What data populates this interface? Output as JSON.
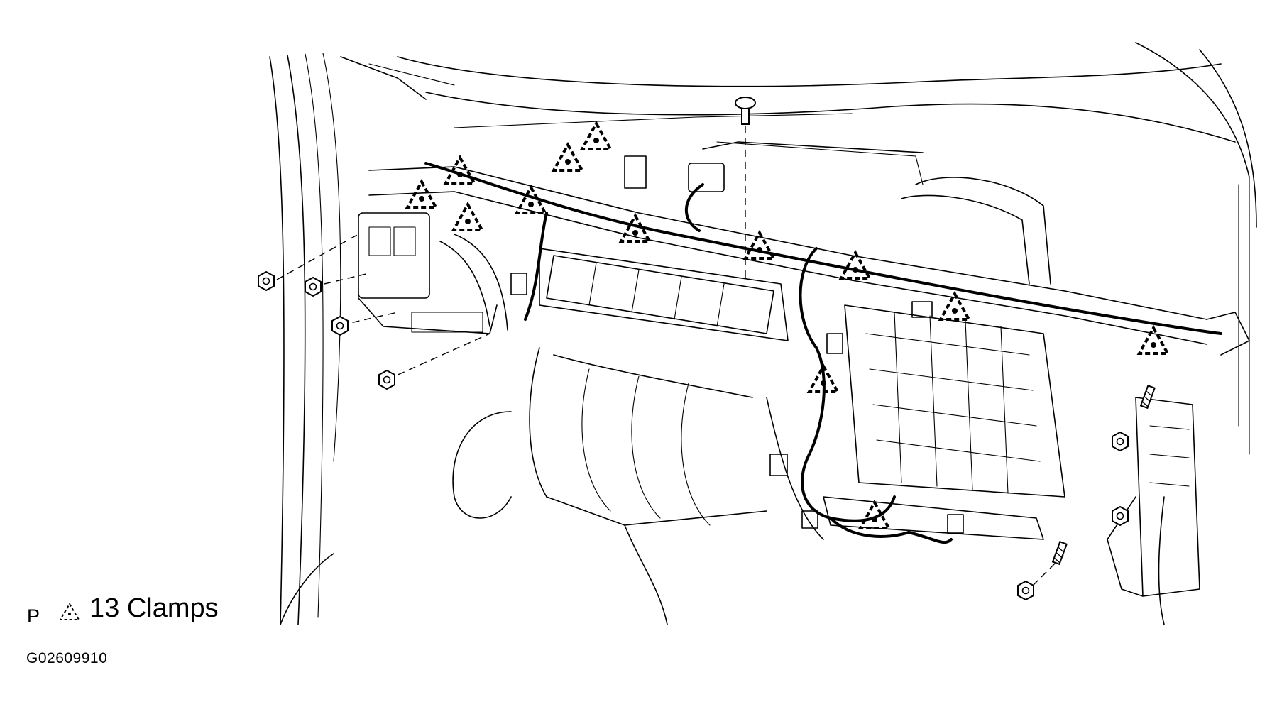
{
  "legend": {
    "view_letter": "P",
    "clamp_count_label": "13 Clamps",
    "clamp_icon": "clamp-triangle-icon"
  },
  "figure_code": "G02609910",
  "clamps": [
    {
      "id": 1,
      "icon": "clamp-triangle-icon"
    },
    {
      "id": 2,
      "icon": "clamp-triangle-icon"
    },
    {
      "id": 3,
      "icon": "clamp-triangle-icon"
    },
    {
      "id": 4,
      "icon": "clamp-triangle-icon"
    },
    {
      "id": 5,
      "icon": "clamp-triangle-icon"
    },
    {
      "id": 6,
      "icon": "clamp-triangle-icon"
    },
    {
      "id": 7,
      "icon": "clamp-triangle-icon"
    },
    {
      "id": 8,
      "icon": "clamp-triangle-icon"
    },
    {
      "id": 9,
      "icon": "clamp-triangle-icon"
    },
    {
      "id": 10,
      "icon": "clamp-triangle-icon"
    },
    {
      "id": 11,
      "icon": "clamp-triangle-icon"
    },
    {
      "id": 12,
      "icon": "clamp-triangle-icon"
    },
    {
      "id": 13,
      "icon": "clamp-triangle-icon"
    }
  ],
  "fasteners": {
    "nuts": 7,
    "bolts": 3
  }
}
